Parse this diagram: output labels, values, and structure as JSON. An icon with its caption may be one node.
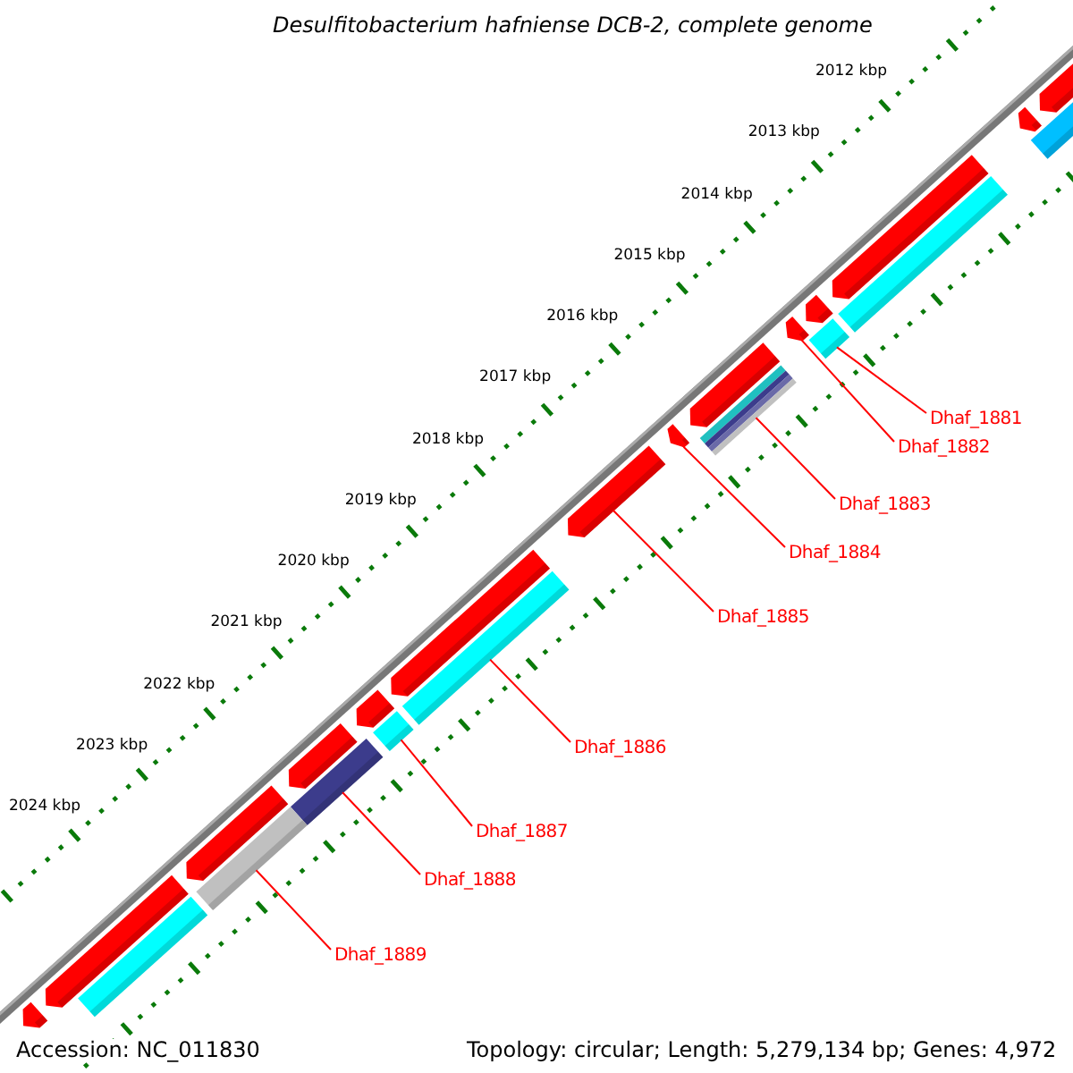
{
  "diagram": {
    "title": "Desulfitobacterium hafniense DCB-2, complete genome",
    "nodes": [
      {
        "text": [
          "Dhaf_1881"
        ]
      },
      {
        "text": [
          "Dhaf_1882"
        ]
      },
      {
        "text": [
          "Dhaf_1883"
        ]
      },
      {
        "text": [
          "Dhaf_1884"
        ]
      },
      {
        "text": [
          "Dhaf_1885"
        ]
      },
      {
        "text": [
          "Dhaf_1886"
        ]
      },
      {
        "text": [
          "Dhaf_1887"
        ]
      },
      {
        "text": [
          "Dhaf_1888"
        ]
      },
      {
        "text": [
          "Dhaf_1889"
        ]
      },
      {
        "text": [],
        "shape": "arrow"
      },
      {
        "text": [],
        "shape": "bar"
      },
      {
        "text": [],
        "shape": "arrow"
      },
      {
        "text": [],
        "shape": "arrow"
      },
      {
        "text": [],
        "shape": "bar"
      },
      {
        "text": [],
        "shape": "arrow"
      },
      {
        "text": [],
        "shape": "bar"
      },
      {
        "text": [],
        "shape": "arrow"
      },
      {
        "text": [],
        "shape": "arrow"
      },
      {
        "text": [],
        "shape": "bar"
      },
      {
        "text": [],
        "shape": "arrow"
      },
      {
        "text": [],
        "shape": "arrow"
      },
      {
        "text": [],
        "shape": "arrow"
      },
      {
        "text": [],
        "shape": "bar"
      },
      {
        "text": [],
        "shape": "arrow"
      },
      {
        "text": [],
        "shape": "bar"
      },
      {
        "text": [],
        "shape": "arrow"
      },
      {
        "text": [],
        "shape": "bar"
      },
      {
        "text": [],
        "shape": "arrow"
      },
      {
        "text": [],
        "shape": "bar"
      },
      {
        "text": [],
        "shape": "arrow"
      },
      {
        "text": [],
        "shape": "bar"
      },
      {
        "text": [],
        "shape": "arrow"
      }
    ],
    "edges": [
      {
        "from": 0,
        "to": 15,
        "arrow": "none"
      },
      {
        "from": 1,
        "to": 16,
        "arrow": "none"
      },
      {
        "from": 2,
        "to": 18,
        "arrow": "none"
      },
      {
        "from": 3,
        "to": 19,
        "arrow": "none"
      },
      {
        "from": 4,
        "to": 20,
        "arrow": "none"
      },
      {
        "from": 5,
        "to": 22,
        "arrow": "none"
      },
      {
        "from": 6,
        "to": 24,
        "arrow": "none"
      },
      {
        "from": 7,
        "to": 26,
        "arrow": "none"
      },
      {
        "from": 8,
        "to": 28,
        "arrow": "none"
      }
    ],
    "labels": [
      "2012 kbp",
      "2013 kbp",
      "2014 kbp",
      "2015 kbp",
      "2016 kbp",
      "2017 kbp",
      "2018 kbp",
      "2019 kbp",
      "2020 kbp",
      "2021 kbp",
      "2022 kbp",
      "2023 kbp",
      "2024 kbp",
      "Accession: NC_011830",
      "Topology: circular; Length: 5,279,134 bp; Genes: 4,972"
    ]
  }
}
